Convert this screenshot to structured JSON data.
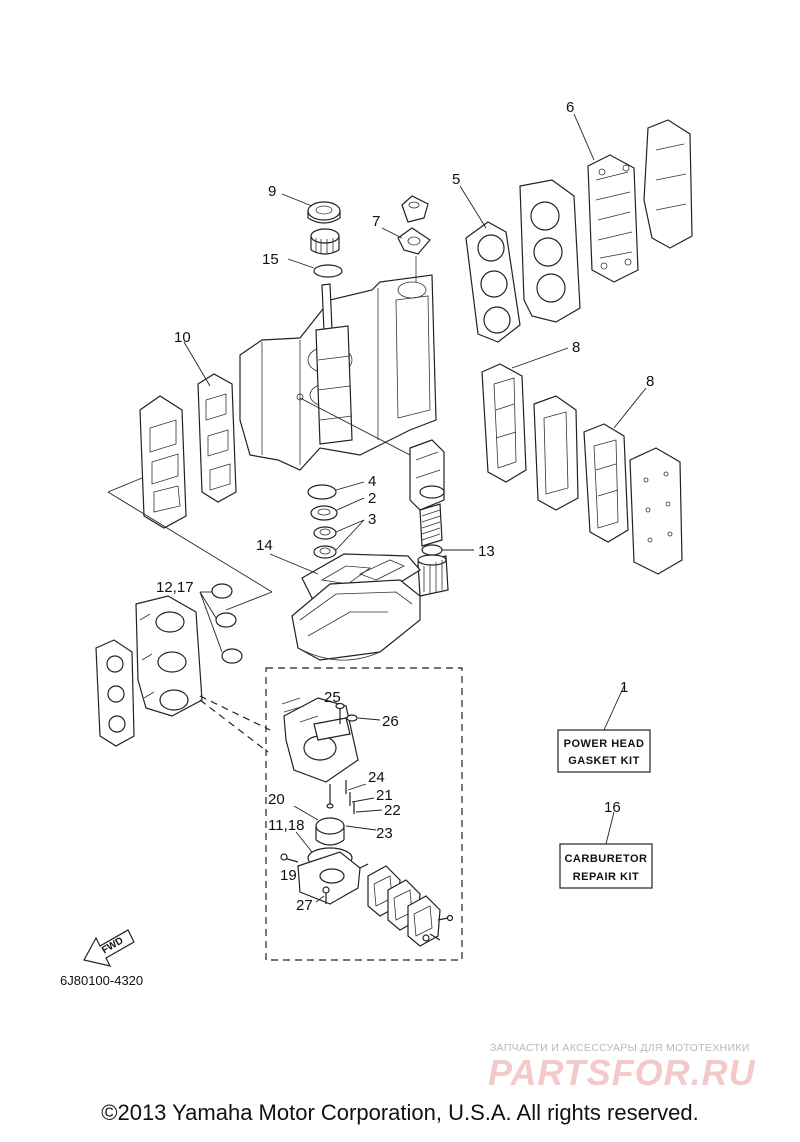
{
  "callouts": {
    "c1": "1",
    "c2": "2",
    "c3": "3",
    "c4": "4",
    "c5": "5",
    "c6": "6",
    "c7": "7",
    "c8a": "8",
    "c8b": "8",
    "c9": "9",
    "c10": "10",
    "c11_18": "11,18",
    "c12_17": "12,17",
    "c13": "13",
    "c14": "14",
    "c15": "15",
    "c16": "16",
    "c19": "19",
    "c20": "20",
    "c21": "21",
    "c22": "22",
    "c23": "23",
    "c24": "24",
    "c25": "25",
    "c26": "26",
    "c27": "27"
  },
  "kits": {
    "power_head_line1": "POWER HEAD",
    "power_head_line2": "GASKET KIT",
    "carburetor_line1": "CARBURETOR",
    "carburetor_line2": "REPAIR KIT"
  },
  "fwd_label": "FWD",
  "doc_code": "6J80100-4320",
  "watermark_tagline": "ЗАПЧАСТИ И АКСЕССУАРЫ ДЛЯ МОТОТЕХНИКИ",
  "watermark_logo": "PARTSFOR.RU",
  "copyright": "©2013 Yamaha Motor Corporation, U.S.A. All rights reserved."
}
